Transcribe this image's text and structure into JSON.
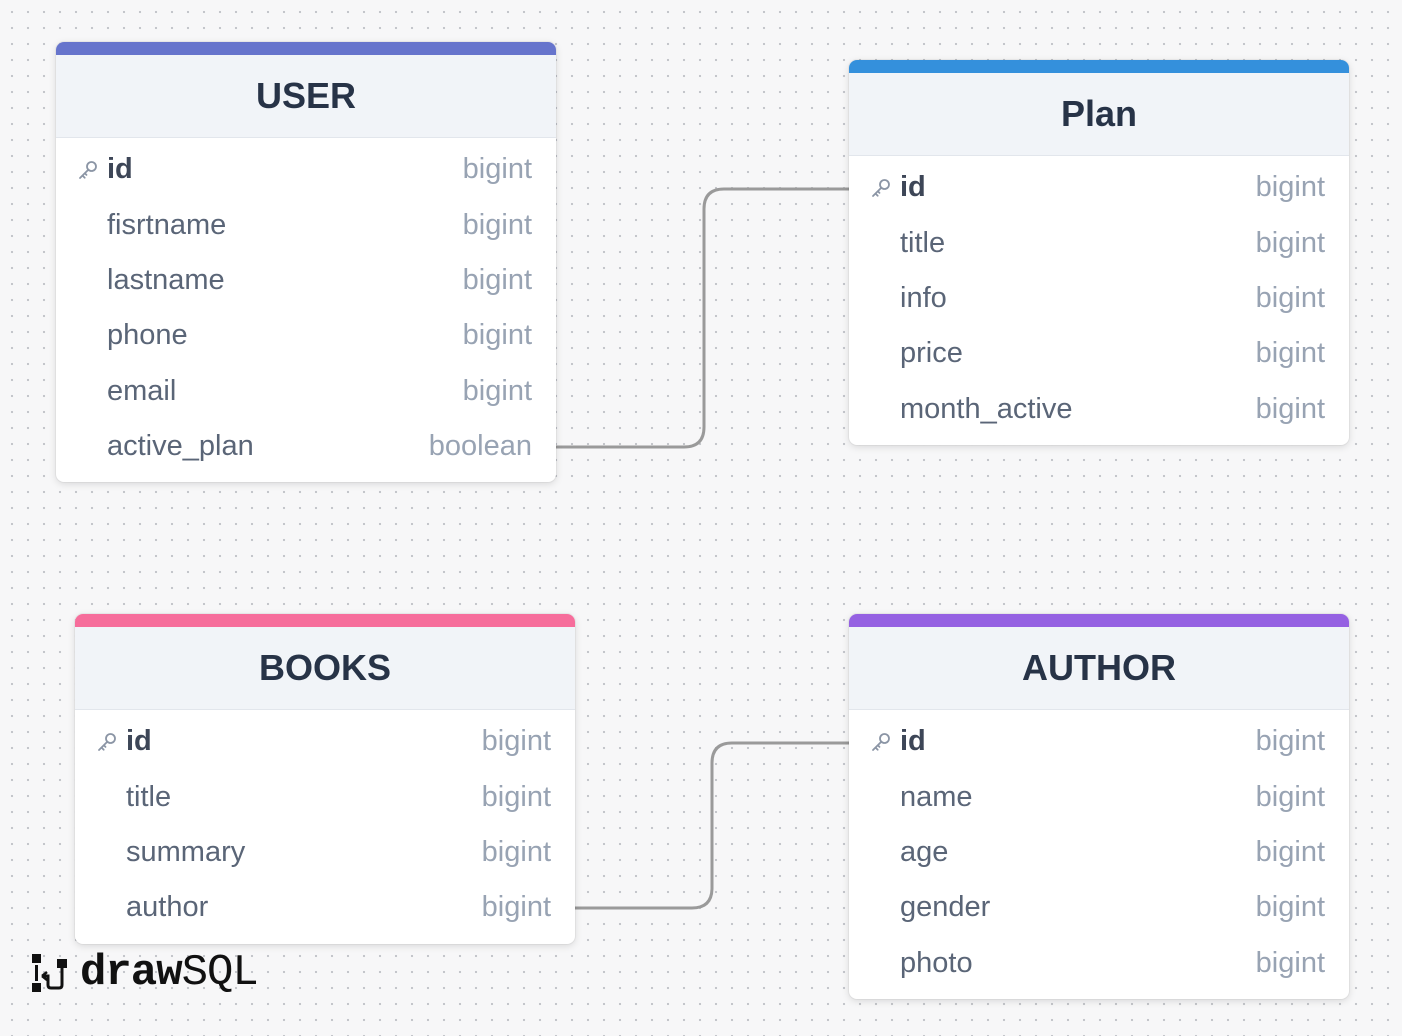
{
  "brand": {
    "draw": "draw",
    "sql": "SQL"
  },
  "tables": {
    "user": {
      "name": "USER",
      "accent": "#6674cc",
      "columns": [
        {
          "name": "id",
          "type": "bigint"
        },
        {
          "name": "fisrtname",
          "type": "bigint"
        },
        {
          "name": "lastname",
          "type": "bigint"
        },
        {
          "name": "phone",
          "type": "bigint"
        },
        {
          "name": "email",
          "type": "bigint"
        },
        {
          "name": "active_plan",
          "type": "boolean"
        }
      ]
    },
    "plan": {
      "name": "Plan",
      "accent": "#3490dc",
      "columns": [
        {
          "name": "id",
          "type": "bigint"
        },
        {
          "name": "title",
          "type": "bigint"
        },
        {
          "name": "info",
          "type": "bigint"
        },
        {
          "name": "price",
          "type": "bigint"
        },
        {
          "name": "month_active",
          "type": "bigint"
        }
      ]
    },
    "books": {
      "name": "BOOKS",
      "accent": "#f66d9b",
      "columns": [
        {
          "name": "id",
          "type": "bigint"
        },
        {
          "name": "title",
          "type": "bigint"
        },
        {
          "name": "summary",
          "type": "bigint"
        },
        {
          "name": "author",
          "type": "bigint"
        }
      ]
    },
    "author": {
      "name": "AUTHOR",
      "accent": "#9561e2",
      "columns": [
        {
          "name": "id",
          "type": "bigint"
        },
        {
          "name": "name",
          "type": "bigint"
        },
        {
          "name": "age",
          "type": "bigint"
        },
        {
          "name": "gender",
          "type": "bigint"
        },
        {
          "name": "photo",
          "type": "bigint"
        }
      ]
    }
  },
  "relations": [
    {
      "from": "USER.active_plan",
      "to": "Plan.id"
    },
    {
      "from": "BOOKS.author",
      "to": "AUTHOR.id"
    }
  ],
  "colors": {
    "connector": "#9a9a9a",
    "key_icon": "#8b95a5"
  }
}
